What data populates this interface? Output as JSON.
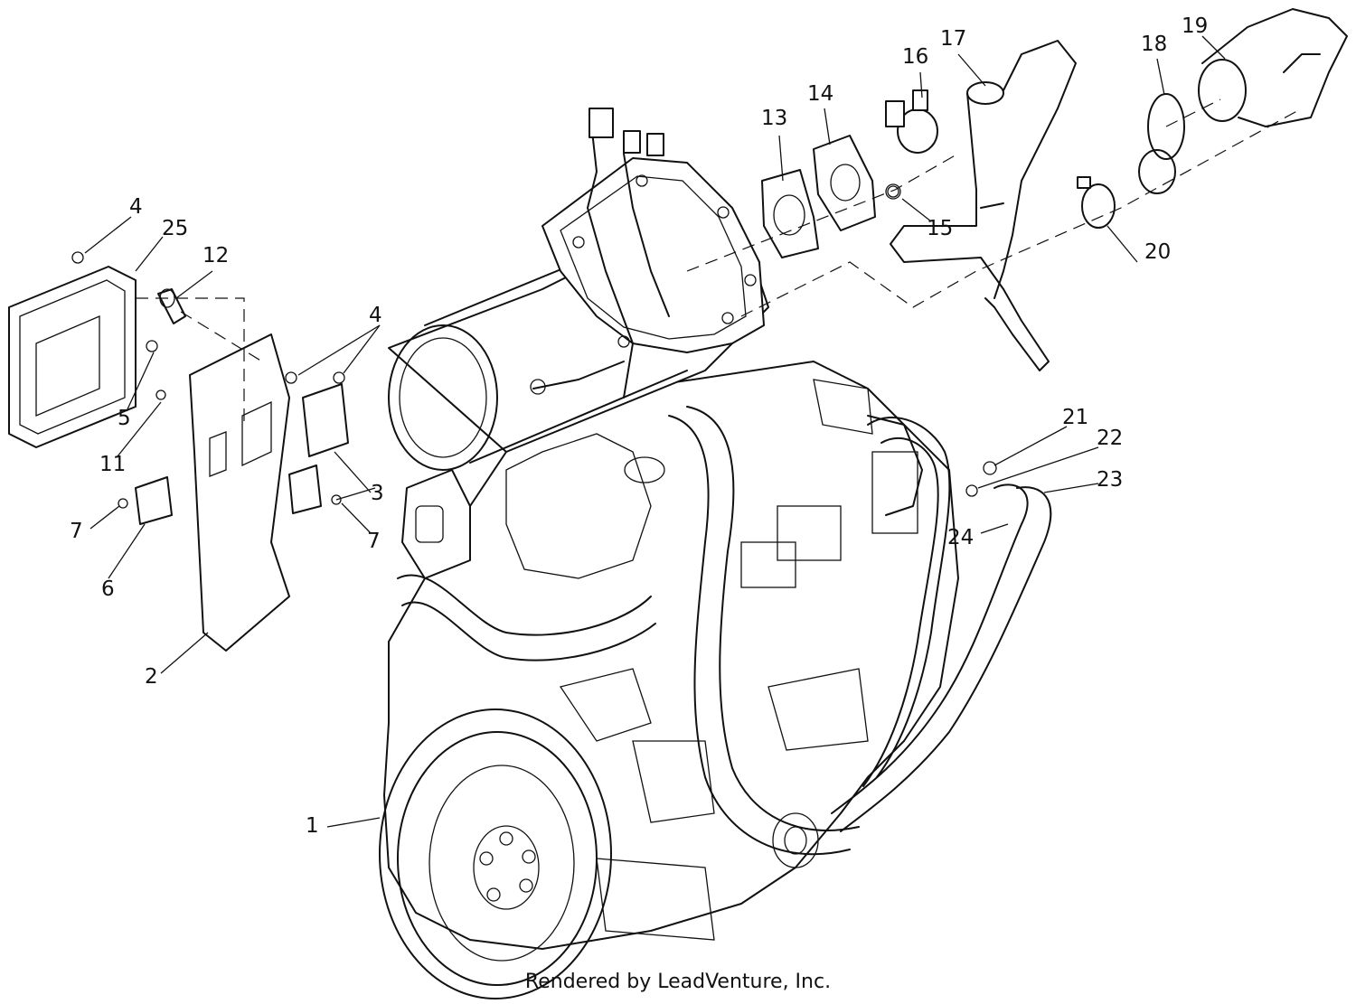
{
  "callouts": [
    "1",
    "2",
    "3",
    "4",
    "4",
    "5",
    "6",
    "7",
    "7",
    "11",
    "12",
    "13",
    "14",
    "15",
    "16",
    "17",
    "18",
    "19",
    "20",
    "21",
    "22",
    "23",
    "24",
    "25"
  ],
  "footer": "Rendered by LeadVenture, Inc."
}
